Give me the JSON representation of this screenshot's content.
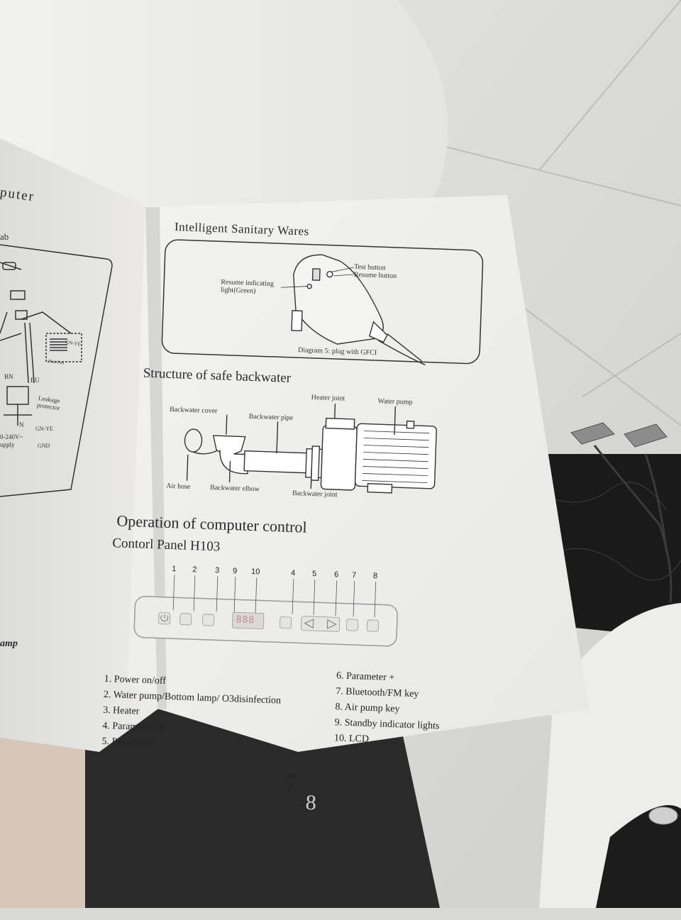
{
  "left_page": {
    "heading": "puter",
    "tab_label": "ab",
    "labels": {
      "gnye": "GN-YE",
      "heat_part": "Heat Part",
      "bn": "BN",
      "bu": "BU",
      "leakage": "Leakage",
      "protector": "protector",
      "n": "N",
      "gnye2": "GN-YE",
      "voltage": "0-240V~",
      "supply": "upply",
      "gnd": "GND",
      "amp": "amp"
    }
  },
  "right_page": {
    "title": "Intelligent Sanitary Wares",
    "gfci": {
      "test_button": "Test button",
      "resume_button": "Resume button",
      "resume_light_1": "Resume indicating",
      "resume_light_2": "light(Green)",
      "caption": "Diagram 5:  plug with GFCI"
    },
    "backwater": {
      "heading": "Structure of safe backwater",
      "heater_joint": "Heater joint",
      "water_pump": "Water pump",
      "backwater_cover": "Backwater cover",
      "backwater_pipe": "Backwater pipe",
      "air_hose": "Air hose",
      "backwater_elbow": "Backwater elbow",
      "backwater_joint": "Backwater joint"
    },
    "operation": {
      "heading": "Operation of computer control",
      "panel_title": "Contorl Panel  H103",
      "numbers": [
        "1",
        "2",
        "3",
        "9",
        "10",
        "4",
        "5",
        "6",
        "7",
        "8"
      ],
      "lcd": "888",
      "items_left": [
        "1. Power on/off",
        "2. Water pump/Bottom lamp/ O3disinfection",
        "3. Heater",
        "4. Parameter set",
        "5. Parameter -"
      ],
      "items_right": [
        "6. Parameter +",
        "7. Bluetooth/FM key",
        "8. Air pump key",
        "9. Standby indicator lights",
        "10. LCD"
      ]
    },
    "page_number": "7",
    "ghost_number": "8"
  }
}
